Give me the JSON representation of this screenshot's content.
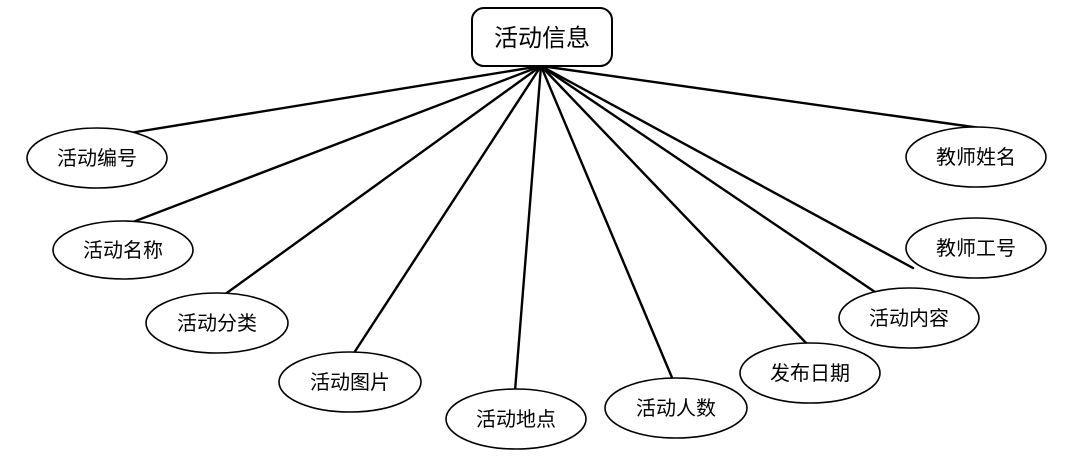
{
  "diagram": {
    "entity": {
      "label": "活动信息"
    },
    "attributes": [
      {
        "id": "activity-id",
        "label": "活动编号"
      },
      {
        "id": "activity-name",
        "label": "活动名称"
      },
      {
        "id": "activity-category",
        "label": "活动分类"
      },
      {
        "id": "activity-image",
        "label": "活动图片"
      },
      {
        "id": "activity-location",
        "label": "活动地点"
      },
      {
        "id": "activity-headcount",
        "label": "活动人数"
      },
      {
        "id": "publish-date",
        "label": "发布日期"
      },
      {
        "id": "activity-content",
        "label": "活动内容"
      },
      {
        "id": "teacher-id",
        "label": "教师工号"
      },
      {
        "id": "teacher-name",
        "label": "教师姓名"
      }
    ]
  }
}
